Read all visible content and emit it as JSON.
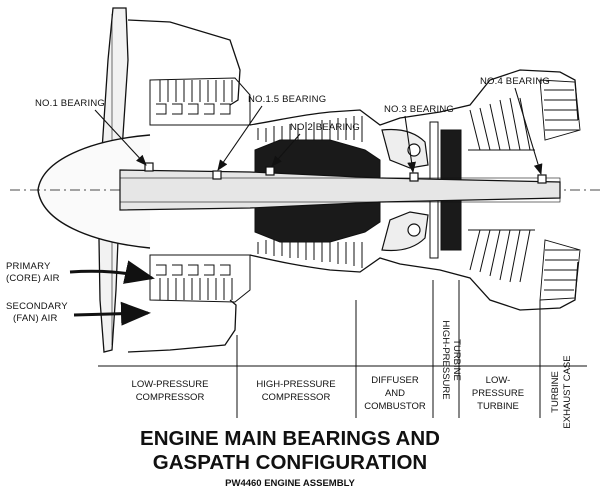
{
  "bearings": {
    "no1": "NO.1 BEARING",
    "no1_5": "NO.1.5 BEARING",
    "no2": "NO.2 BEARING",
    "no3": "NO.3 BEARING",
    "no4": "NO.4 BEARING"
  },
  "airflow": {
    "primary_line1": "PRIMARY",
    "primary_line2": "(CORE) AIR",
    "secondary_line1": "SECONDARY",
    "secondary_line2": "(FAN) AIR"
  },
  "sections": {
    "lpc_line1": "LOW-PRESSURE",
    "lpc_line2": "COMPRESSOR",
    "hpc_line1": "HIGH-PRESSURE",
    "hpc_line2": "COMPRESSOR",
    "diff_line1": "DIFFUSER",
    "diff_line2": "AND",
    "diff_line3": "COMBUSTOR",
    "hpt_line1": "HIGH-PRESSURE",
    "hpt_line2": "TURBINE",
    "lpt_line1": "LOW-",
    "lpt_line2": "PRESSURE",
    "lpt_line3": "TURBINE",
    "tec_line1": "TURBINE",
    "tec_line2": "EXHAUST CASE"
  },
  "title_line1": "ENGINE MAIN BEARINGS AND",
  "title_line2": "GASPATH CONFIGURATION",
  "subtitle": "PW4460 ENGINE ASSEMBLY"
}
